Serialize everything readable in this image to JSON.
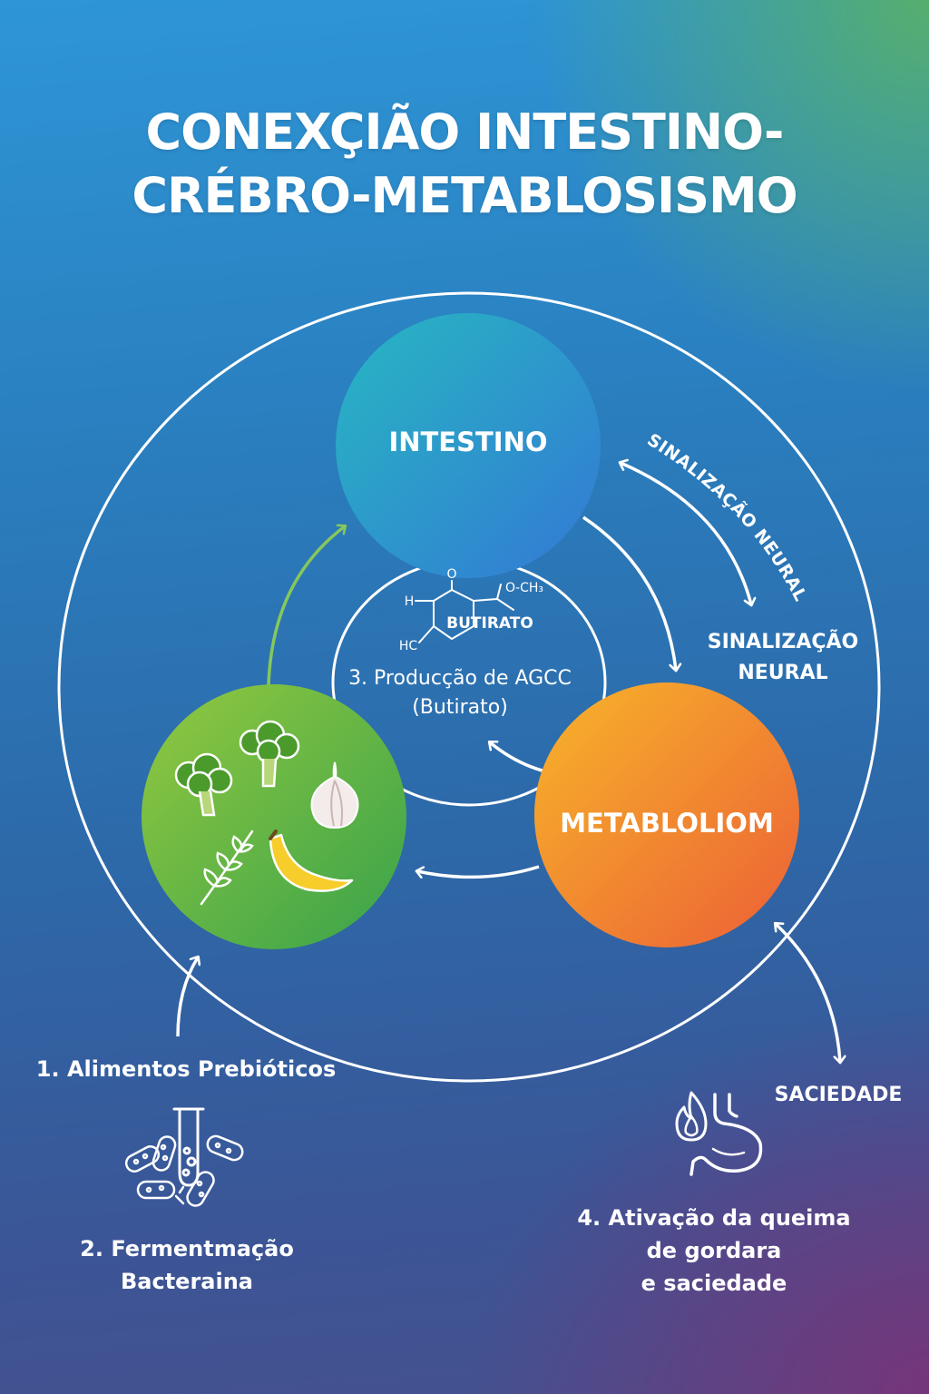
{
  "title": {
    "line1": "CONEXÇIÃO INTESTINO-",
    "line2": "CRÉBRO-METABLOSISMO"
  },
  "nodes": {
    "intestino": "INTESTINO",
    "metaboliom": "METABLOLIOM"
  },
  "center": {
    "molecule": {
      "name": "BUTIRATO",
      "atom_o": "O",
      "atom_och3": "O‑CH₃",
      "atom_h": "H",
      "atom_hc": "HC"
    },
    "step3_line1": "3. Producção de AGCC",
    "step3_line2": "(Butirato)"
  },
  "signal": {
    "curved": "SINALIZAÇÃO NEURAL",
    "line1": "SINALIZAÇÃO",
    "line2": "NEURAL"
  },
  "steps": {
    "step1": "1. Alimentos Prebióticos",
    "step2_line1": "2. Fermentmação",
    "step2_line2": "Bacteraina",
    "saciedade": "SACIEDADE",
    "step4_line1": "4. Ativação da queima",
    "step4_line2": "de gordara",
    "step4_line3": "e saciedade"
  },
  "icons": [
    "broccoli-icon",
    "garlic-icon",
    "wheat-icon",
    "banana-icon",
    "test-tube-icon",
    "bacteria-icon",
    "flame-icon",
    "stomach-icon"
  ],
  "colors": {
    "intestino_from": "#27b0c4",
    "intestino_to": "#2f7fd0",
    "metaboliom_from": "#f6b02c",
    "metaboliom_to": "#ee6535",
    "food_from": "#8cc640",
    "food_to": "#3fa64a",
    "arrow_green": "#7cc257",
    "line": "#ffffff"
  }
}
